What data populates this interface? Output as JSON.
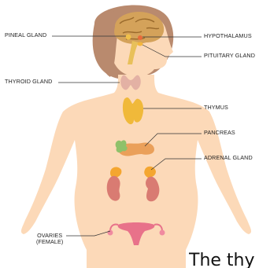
{
  "labels": {
    "pineal": "PINEAL GLAND",
    "hypothalamus": "HYPOTHALAMUS",
    "pituitary": "PITUITARY GLAND",
    "thyroid": "THYROID GLAND",
    "thymus": "THYMUS",
    "pancreas": "PANCREAS",
    "adrenal": "ADRENAL GLAND",
    "ovaries_line1": "OVARIES",
    "ovaries_line2": "(FEMALE)"
  },
  "caption": "The thy",
  "colors": {
    "skin": "#fcd9b8",
    "hair": "#b98a6e",
    "brain": "#d4a25a",
    "thyroid": "#e3b1a4",
    "thymus": "#f0b93a",
    "pancreas": "#eaa05a",
    "adrenal": "#f4a630",
    "kidney": "#d97b72",
    "uterus": "#e8728a",
    "leader": "#333333"
  }
}
